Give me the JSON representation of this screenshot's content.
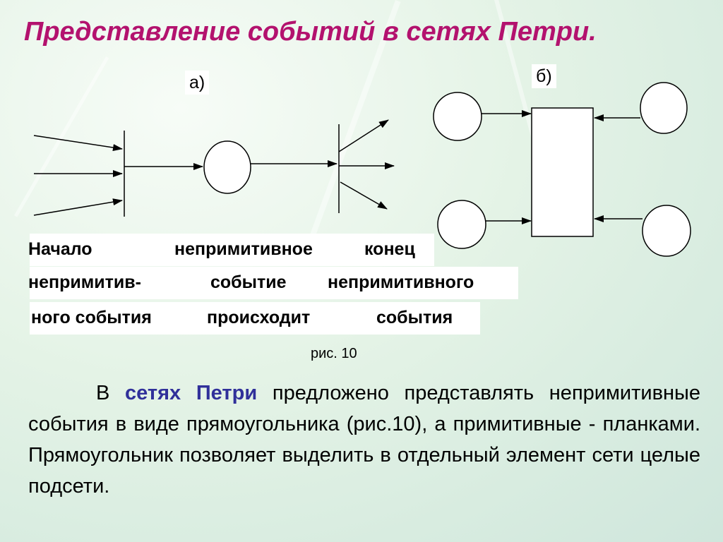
{
  "title": "Представление событий в сетях Петри.",
  "diagram": {
    "label_a": "а)",
    "label_b": "б)"
  },
  "captions": {
    "row1": [
      "Начало",
      "непримитивное",
      "конец"
    ],
    "row2": [
      "непримитив-",
      "событие",
      "непримитивного"
    ],
    "row3": [
      "ного события",
      "происходит",
      "события"
    ]
  },
  "figure_label": "рис. 10",
  "paragraph": {
    "prefix": "В ",
    "highlight": "сетях Петри",
    "rest": " предложено представлять непримитивные события в виде прямоугольника (рис.10), а примитивные - планками. Прямоугольник позволяет выделить в отдельный элемент сети целые подсети."
  },
  "colors": {
    "title": "#b3126e",
    "highlight": "#30309a"
  }
}
